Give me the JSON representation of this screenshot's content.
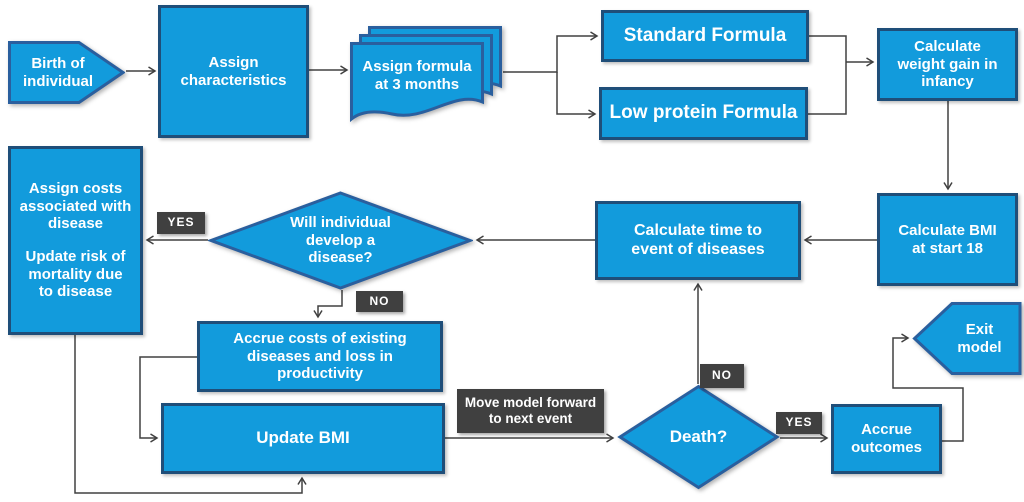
{
  "colors": {
    "node_fill": "#129bdc",
    "rect_border": "#1f4e79",
    "shape_border": "#2a5f9e",
    "badge_bg": "#404040",
    "arrow_color": "#404040",
    "text_color": "#ffffff",
    "background": "#ffffff"
  },
  "nodes": {
    "birth": {
      "label": "Birth of individual"
    },
    "assign_characteristics": {
      "label": "Assign characteristics"
    },
    "assign_formula": {
      "label": "Assign formula at 3 months"
    },
    "standard_formula": {
      "label": "Standard Formula"
    },
    "low_protein_formula": {
      "label": "Low protein Formula"
    },
    "calc_weight_gain": {
      "label": "Calculate weight gain in infancy"
    },
    "calc_bmi": {
      "label": "Calculate BMI at start 18"
    },
    "calc_time_to_event": {
      "label": "Calculate time to event of diseases"
    },
    "develop_disease": {
      "label": "Will individual develop a disease?"
    },
    "assign_costs": {
      "label_part1": "Assign costs associated with disease",
      "label_part2": "Update risk of mortality due to disease"
    },
    "accrue_costs": {
      "label": "Accrue costs of existing diseases and loss in productivity"
    },
    "update_bmi": {
      "label": "Update BMI"
    },
    "death": {
      "label": "Death?"
    },
    "accrue_outcomes": {
      "label": "Accrue outcomes"
    },
    "exit_model": {
      "label": "Exit model"
    }
  },
  "badges": {
    "yes_disease": "YES",
    "no_disease": "NO",
    "no_death": "NO",
    "yes_death": "YES",
    "move_model": "Move model forward to next event"
  }
}
